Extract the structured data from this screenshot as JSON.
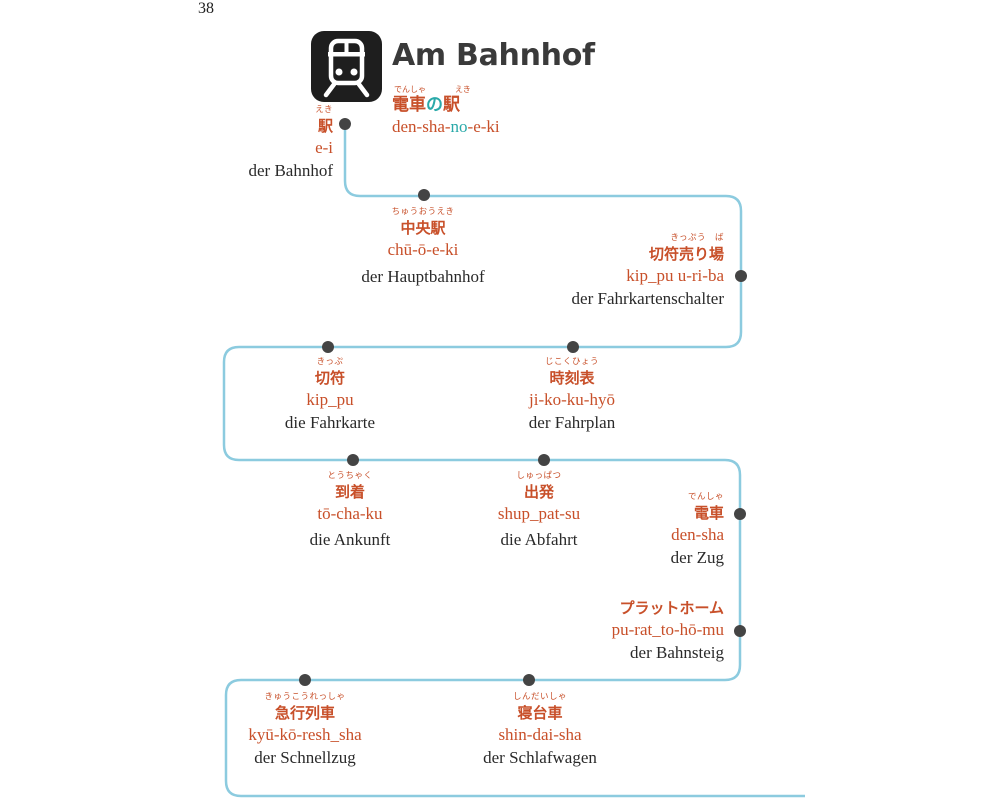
{
  "page_number": "38",
  "header": {
    "icon": "train-icon",
    "title": "Am Bahnhof",
    "subtitle_furigana_1": "でんしゃ",
    "subtitle_furigana_2": "えき",
    "subtitle_jp_part1": "電車",
    "subtitle_jp_particle": "の",
    "subtitle_jp_part2": "駅",
    "subtitle_romaji_part1": "den-sha-",
    "subtitle_romaji_particle": "no",
    "subtitle_romaji_part2": "-e-ki"
  },
  "colors": {
    "accent": "#c8502a",
    "route_line": "#8ccbdf",
    "dot": "#444444",
    "particle": "#2aa9a9",
    "text": "#2a2a2a"
  },
  "entries": [
    {
      "furigana": "えき",
      "japanese": "駅",
      "romaji": "e-i",
      "german": "der Bahnhof"
    },
    {
      "furigana": "ちゅうおうえき",
      "japanese": "中央駅",
      "romaji": "chū-ō-e-ki",
      "german": "der Hauptbahnhof"
    },
    {
      "furigana": "きっぷう　ば",
      "japanese": "切符売り場",
      "romaji": "kip_pu u-ri-ba",
      "german": "der Fahrkartenschalter"
    },
    {
      "furigana": "きっぷ",
      "japanese": "切符",
      "romaji": "kip_pu",
      "german": "die Fahrkarte"
    },
    {
      "furigana": "じこくひょう",
      "japanese": "時刻表",
      "romaji": "ji-ko-ku-hyō",
      "german": "der Fahrplan"
    },
    {
      "furigana": "とうちゃく",
      "japanese": "到着",
      "romaji": "tō-cha-ku",
      "german": "die Ankunft"
    },
    {
      "furigana": "しゅっぱつ",
      "japanese": "出発",
      "romaji": "shup_pat-su",
      "german": "die Abfahrt"
    },
    {
      "furigana": "でんしゃ",
      "japanese": "電車",
      "romaji": "den-sha",
      "german": "der Zug"
    },
    {
      "furigana": "",
      "japanese": "プラットホーム",
      "romaji": "pu-rat_to-hō-mu",
      "german": "der Bahnsteig"
    },
    {
      "furigana": "きゅうこうれっしゃ",
      "japanese": "急行列車",
      "romaji": "kyū-kō-resh_sha",
      "german": "der Schnellzug"
    },
    {
      "furigana": "しんだいしゃ",
      "japanese": "寝台車",
      "romaji": "shin-dai-sha",
      "german": "der Schlafwagen"
    }
  ]
}
